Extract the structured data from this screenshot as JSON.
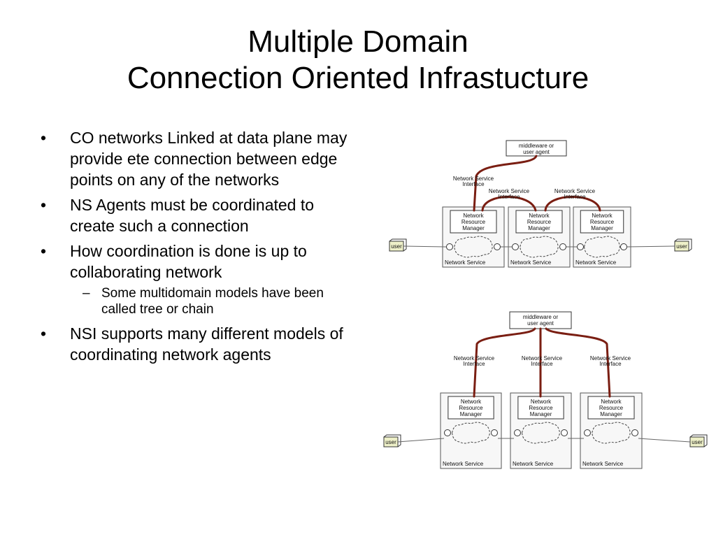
{
  "title": {
    "line1": "Multiple Domain",
    "line2": "Connection Oriented Infrastucture"
  },
  "bullets": [
    {
      "text": "CO networks Linked at data plane may provide ete connection between edge points on any of the networks"
    },
    {
      "text": "NS Agents must be coordinated to create such a connection"
    },
    {
      "text": "How coordination is done is up to collaborating network"
    },
    {
      "text": "NSI supports many different models of coordinating network agents"
    }
  ],
  "sub_bullets": [
    {
      "text": "Some multidomain models have been called tree or chain"
    }
  ],
  "bullet_marker": "•",
  "sub_marker": "–",
  "diagram": {
    "middleware_line1": "middleware or",
    "middleware_line2": "user agent",
    "nsi_line1": "Network Service",
    "nsi_line2": "Interface",
    "nrm_line1": "Network",
    "nrm_line2": "Resource",
    "nrm_line3": "Manager",
    "network_service": "Network Service",
    "user": "user",
    "connector_color": "#7a1e12"
  }
}
